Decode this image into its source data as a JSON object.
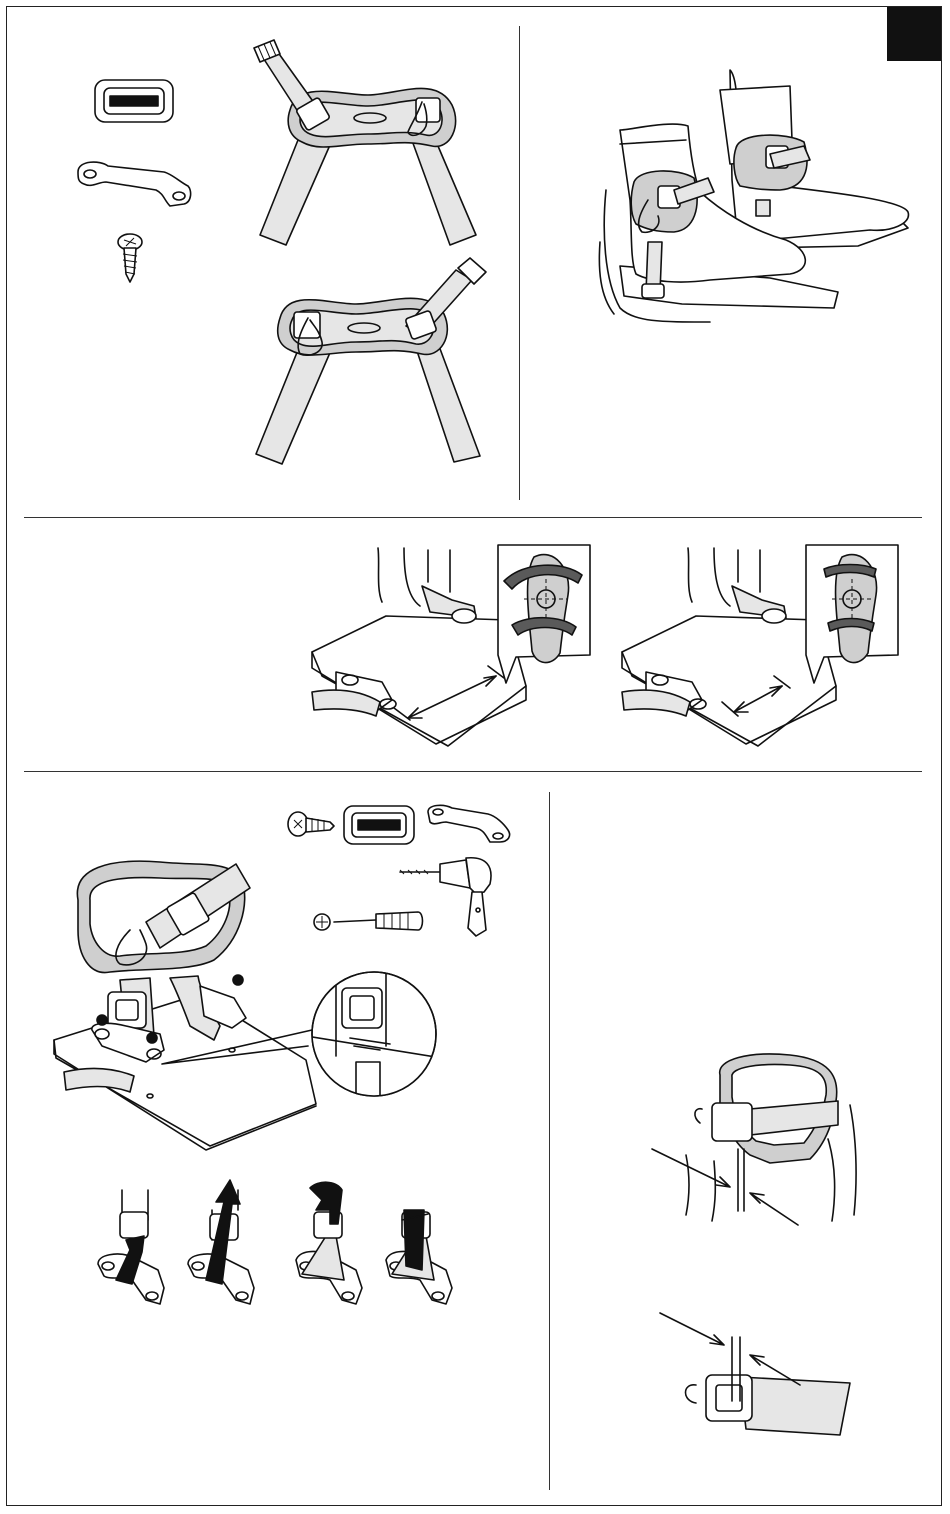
{
  "page": {
    "sections": [
      "parts-and-straps",
      "footplate-positioning",
      "installation-and-adjustment"
    ]
  },
  "colors": {
    "ink": "#111111",
    "strap": "#cfcfcf",
    "strap_light": "#e6e6e6",
    "tab_marker": "#111111"
  },
  "icons": [
    "slider-buckle-icon",
    "strap-bracket-icon",
    "screw-icon",
    "drill-icon",
    "screwdriver-icon"
  ]
}
